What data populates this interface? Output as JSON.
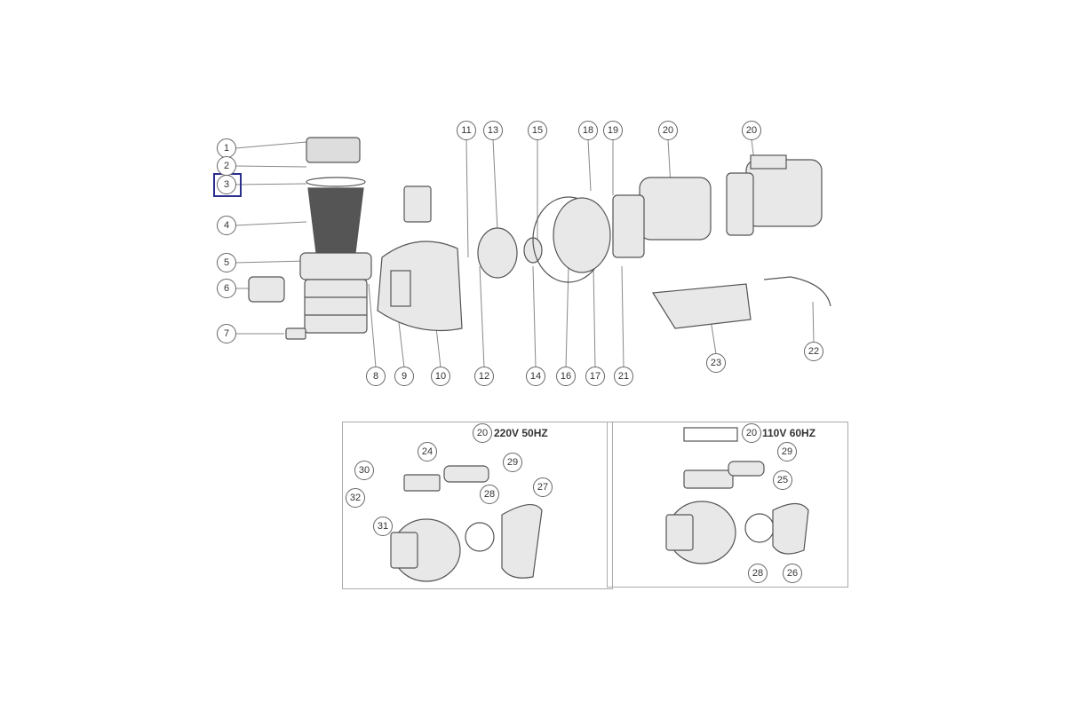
{
  "callouts": {
    "main": [
      "1",
      "2",
      "3",
      "4",
      "5",
      "6",
      "7",
      "8",
      "9",
      "10",
      "11",
      "12",
      "13",
      "14",
      "15",
      "16",
      "17",
      "18",
      "19",
      "20",
      "20",
      "21",
      "22",
      "23"
    ],
    "inset_220": [
      "20",
      "24",
      "29",
      "30",
      "32",
      "28",
      "27",
      "31"
    ],
    "inset_110": [
      "20",
      "29",
      "25",
      "28",
      "26"
    ]
  },
  "insets": {
    "left_label": "220V 50HZ",
    "right_label": "110V 60HZ"
  },
  "selected_part": "3",
  "colors": {
    "selection": "#2b2f8c",
    "line": "#666666"
  }
}
